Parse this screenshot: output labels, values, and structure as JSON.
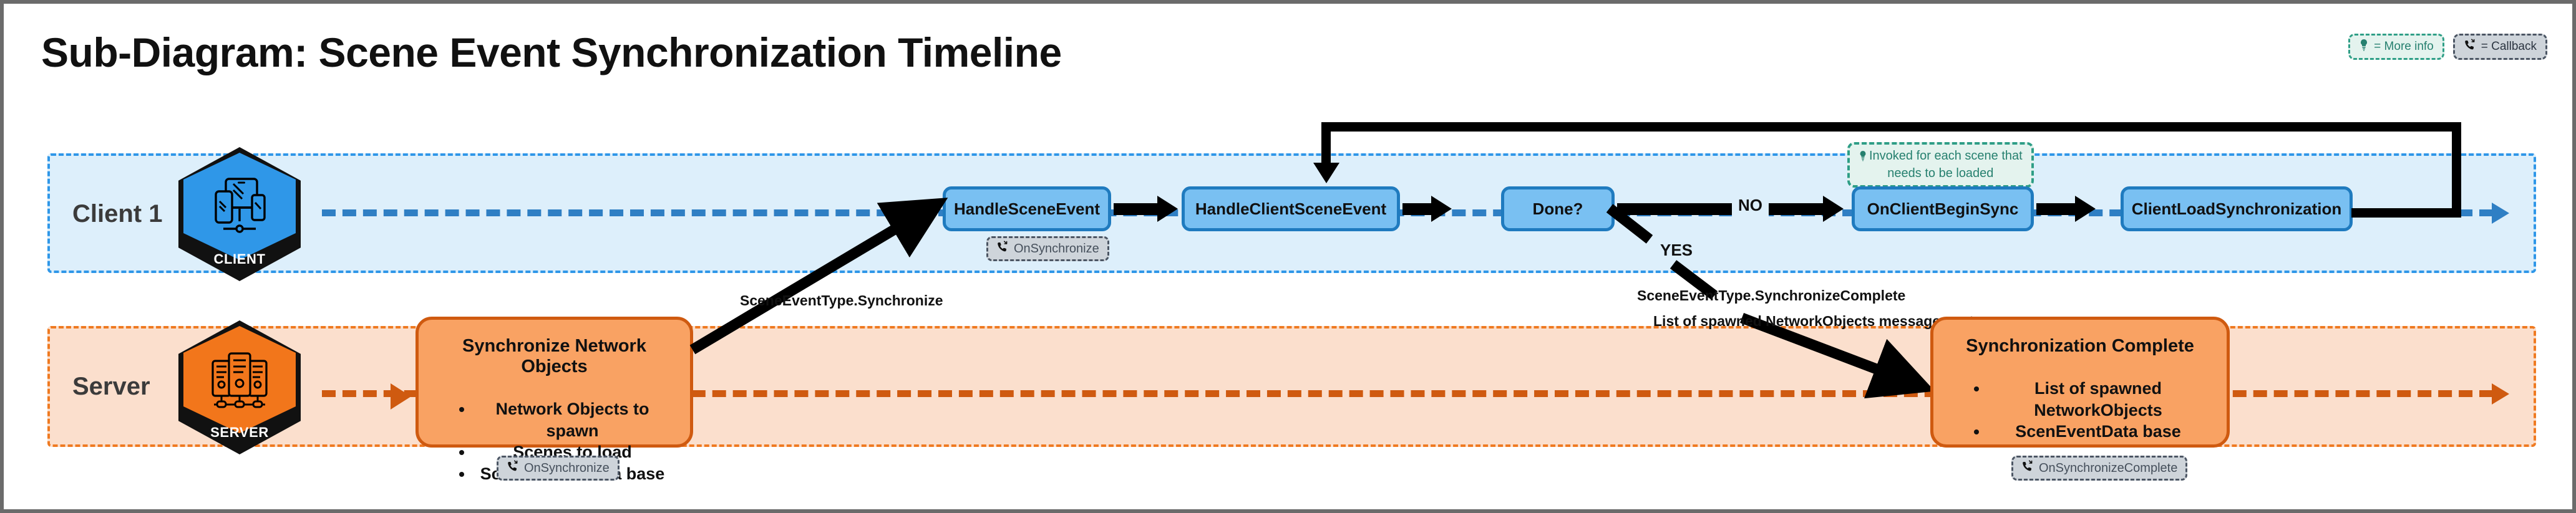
{
  "title": "Sub-Diagram: Scene Event Synchronization Timeline",
  "legend": {
    "more_info": {
      "icon": "lightbulb-icon",
      "label": "= More info",
      "color": "#26806f"
    },
    "callback": {
      "icon": "phone-callback-icon",
      "label": "= Callback",
      "color": "#2b3440"
    }
  },
  "lanes": {
    "client": {
      "label": "Client 1",
      "badge": "CLIENT",
      "icon": "devices-icon",
      "fill": "#ddeffb",
      "stroke": "#2f97e8"
    },
    "server": {
      "label": "Server",
      "badge": "SERVER",
      "icon": "server-rack-icon",
      "fill": "#fbdfcd",
      "stroke": "#ef7a21"
    }
  },
  "client_nodes": [
    {
      "label": "HandleSceneEvent",
      "callback": "OnSynchronize"
    },
    {
      "label": "HandleClientSceneEvent",
      "callback": null
    },
    {
      "label": "Done?",
      "callback": null
    },
    {
      "label": "OnClientBeginSync",
      "callback": null,
      "info": "Invoked for each scene that\nneeds to be loaded"
    },
    {
      "label": "ClientLoadSynchronization",
      "callback": null
    }
  ],
  "server_nodes": [
    {
      "title": "Synchronize Network Objects",
      "items": [
        "Network Objects to spawn",
        "Scenes to load",
        "Scene Event Data base"
      ],
      "callback": "OnSynchronize"
    },
    {
      "title": "Synchronization Complete",
      "items": [
        "List of spawned NetworkObjects",
        "ScenEventData base"
      ],
      "callback": "OnSynchronizeComplete"
    }
  ],
  "edge_labels": {
    "synchronize": "SceneEventType.Synchronize",
    "decision_no": "NO",
    "decision_yes": "YES",
    "synchronize_complete": "SceneEventType.SynchronizeComplete",
    "spawned_message": "List of spawned NetworkObjects message sent"
  },
  "info_tooltip": {
    "line1": "Invoked for each scene that",
    "line2": "needs to be loaded"
  },
  "colors": {
    "client_node_fill": "#79c0f2",
    "client_node_stroke": "#1f7bbf",
    "server_node_fill": "#f9a263",
    "server_node_stroke": "#cf5a10",
    "timeline_client": "#2f7fc4",
    "timeline_server": "#cf5a10"
  }
}
